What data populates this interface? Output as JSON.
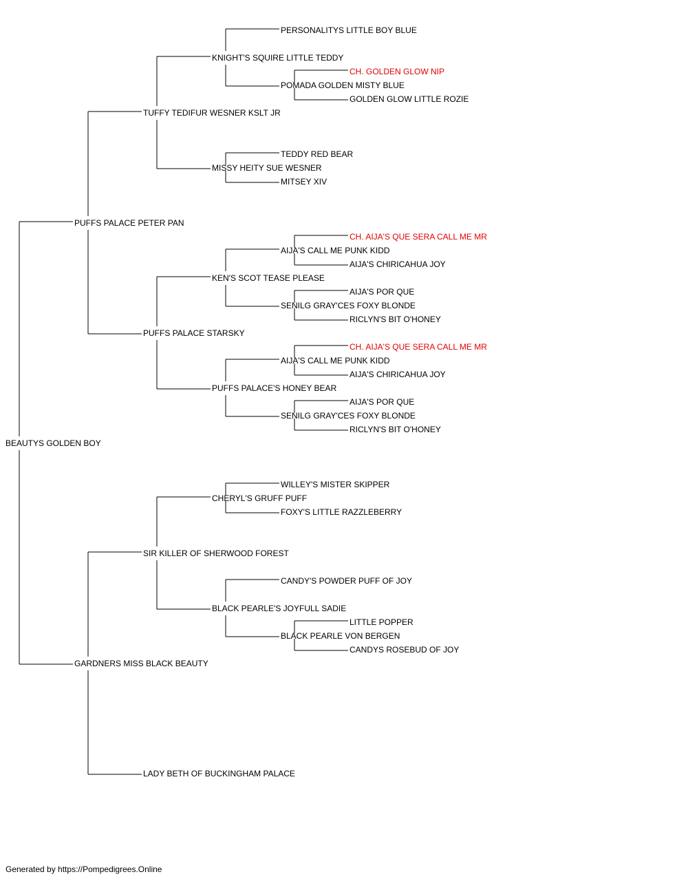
{
  "colors": {
    "line": "#000000",
    "text": "#000000",
    "champion": "#e00000"
  },
  "pedigree": {
    "name": "BEAUTYS GOLDEN BOY",
    "sire": {
      "name": "PUFFS PALACE PETER PAN",
      "sire": {
        "name": "TUFFY TEDIFUR WESNER KSLT JR",
        "sire": {
          "name": "KNIGHT'S SQUIRE LITTLE TEDDY",
          "sire": {
            "name": "PERSONALITYS LITTLE BOY BLUE"
          },
          "dam": {
            "name": "POMADA GOLDEN MISTY BLUE",
            "sire": {
              "name": "CH. GOLDEN GLOW NIP",
              "champion": true
            },
            "dam": {
              "name": "GOLDEN GLOW LITTLE ROZIE"
            }
          }
        },
        "dam": {
          "name": "MISSY HEITY SUE WESNER",
          "sire": {
            "name": "TEDDY RED BEAR"
          },
          "dam": {
            "name": "MITSEY XIV"
          }
        }
      },
      "dam": {
        "name": "PUFFS PALACE STARSKY",
        "sire": {
          "name": "KEN'S SCOT TEASE PLEASE",
          "sire": {
            "name": "AIJA'S CALL ME PUNK KIDD",
            "sire": {
              "name": "CH. AIJA'S QUE SERA CALL ME MR",
              "champion": true
            },
            "dam": {
              "name": "AIJA'S CHIRICAHUA JOY"
            }
          },
          "dam": {
            "name": "SENILG GRAY'CES FOXY BLONDE",
            "sire": {
              "name": "AIJA'S POR QUE"
            },
            "dam": {
              "name": "RICLYN'S BIT O'HONEY"
            }
          }
        },
        "dam": {
          "name": "PUFFS PALACE'S HONEY BEAR",
          "sire": {
            "name": "AIJA'S CALL ME PUNK KIDD",
            "sire": {
              "name": "CH. AIJA'S QUE SERA CALL ME MR",
              "champion": true
            },
            "dam": {
              "name": "AIJA'S CHIRICAHUA JOY"
            }
          },
          "dam": {
            "name": "SENILG GRAY'CES FOXY BLONDE",
            "sire": {
              "name": "AIJA'S POR QUE"
            },
            "dam": {
              "name": "RICLYN'S BIT O'HONEY"
            }
          }
        }
      }
    },
    "dam": {
      "name": "GARDNERS MISS BLACK BEAUTY",
      "sire": {
        "name": "SIR KILLER OF SHERWOOD FOREST",
        "sire": {
          "name": "CHERYL'S GRUFF PUFF",
          "sire": {
            "name": "WILLEY'S MISTER SKIPPER"
          },
          "dam": {
            "name": "FOXY'S LITTLE RAZZLEBERRY"
          }
        },
        "dam": {
          "name": "BLACK PEARLE'S JOYFULL SADIE",
          "sire": {
            "name": "CANDY'S POWDER PUFF OF JOY"
          },
          "dam": {
            "name": "BLACK PEARLE VON BERGEN",
            "sire": {
              "name": "LITTLE POPPER"
            },
            "dam": {
              "name": "CANDYS ROSEBUD OF JOY"
            }
          }
        }
      },
      "dam": {
        "name": "LADY BETH OF BUCKINGHAM PALACE"
      }
    }
  },
  "footer": {
    "text": "Generated by https://Pompedigrees.Online"
  }
}
